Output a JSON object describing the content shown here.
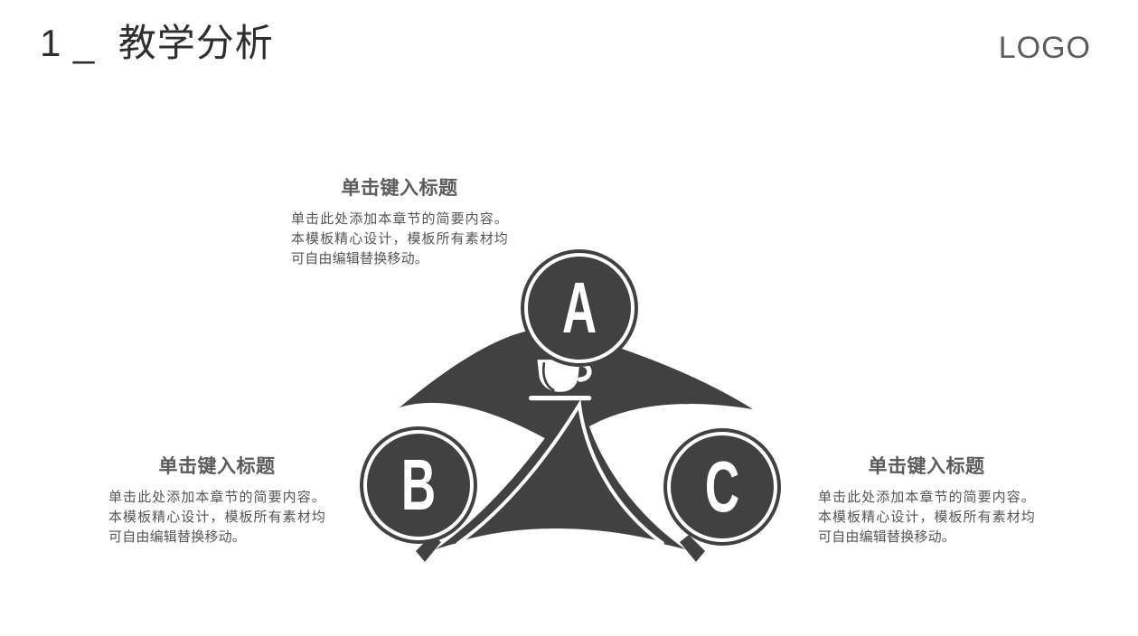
{
  "header": {
    "title": "1 _  教学分析",
    "logo": "LOGO"
  },
  "diagram": {
    "center_icon": "coffee-cup-icon",
    "nodes": [
      {
        "id": "A",
        "label": "A"
      },
      {
        "id": "B",
        "label": "B"
      },
      {
        "id": "C",
        "label": "C"
      }
    ]
  },
  "blocks": [
    {
      "id": "a",
      "title": "单击键入标题",
      "body": "单击此处添加本章节的简要内容。本模板精心设计，模板所有素材均可自由编辑替换移动。"
    },
    {
      "id": "b",
      "title": "单击键入标题",
      "body": "单击此处添加本章节的简要内容。本模板精心设计，模板所有素材均可自由编辑替换移动。"
    },
    {
      "id": "c",
      "title": "单击键入标题",
      "body": "单击此处添加本章节的简要内容。本模板精心设计，模板所有素材均可自由编辑替换移动。"
    }
  ],
  "colors": {
    "dark": "#414141",
    "background": "#ffffff",
    "title_text": "#2e2e2e",
    "heading_text": "#5b5b5b",
    "body_text": "#555555",
    "logo_text": "#5c5c5c"
  }
}
